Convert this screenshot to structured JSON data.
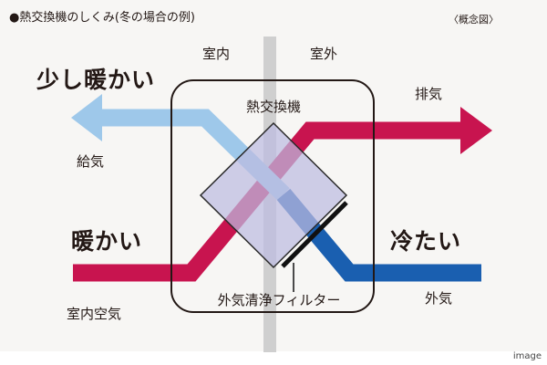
{
  "title": "●熱交換機のしくみ(冬の場合の例)",
  "note": "〈概念図〉",
  "rooms": {
    "indoor": "室内",
    "outdoor": "室外"
  },
  "labels": {
    "warm_top": "少し暖かい",
    "warm_mid": "暖かい",
    "cold_mid": "冷たい",
    "supply": "給気",
    "exhaust": "排気",
    "indoor_air": "室内空気",
    "outdoor_air": "外気",
    "heat_exchanger": "熱交換機",
    "filter": "外気清浄フィルター"
  },
  "caption": "image",
  "colors": {
    "warm_flow": "#c8144f",
    "cold_flow": "#1a5fb0",
    "supply_flow": "#9ec8ea",
    "exchanger": "#bcbbe0",
    "wall": "#cfcfcf"
  }
}
